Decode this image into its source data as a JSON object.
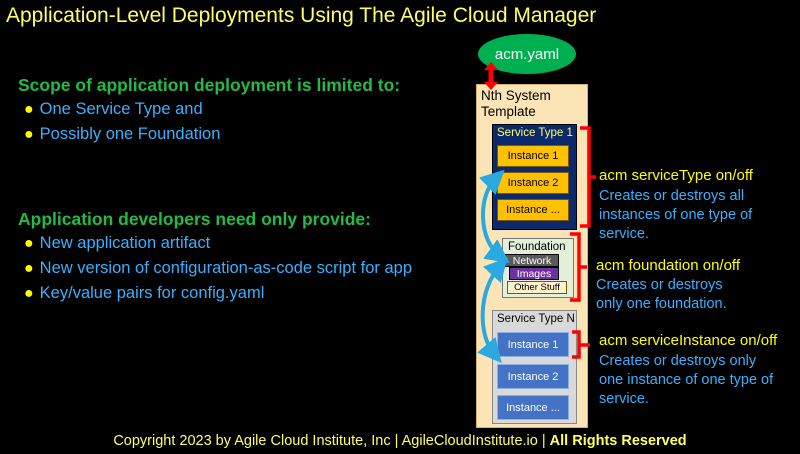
{
  "title": "Application-Level Deployments Using The Agile Cloud Manager",
  "scope": {
    "heading": "Scope of application deployment is limited to:",
    "items": [
      "One Service Type and",
      "Possibly one Foundation"
    ]
  },
  "developers": {
    "heading": "Application developers need only provide:",
    "items": [
      "New application artifact",
      "New version of configuration-as-code script for app",
      "Key/value pairs for config.yaml"
    ]
  },
  "acm_yaml": "acm.yaml",
  "template_label": "Nth System Template",
  "service_type_1": {
    "label": "Service Type 1",
    "instances": [
      "Instance 1",
      "Instance 2",
      "Instance ..."
    ]
  },
  "foundation": {
    "label": "Foundation",
    "network": "Network",
    "images": "Images",
    "other": "Other Stuff"
  },
  "service_type_n": {
    "label": "Service Type N",
    "instances": [
      "Instance 1",
      "Instance 2",
      "Instance ..."
    ]
  },
  "annotations": {
    "service_type": {
      "command": "acm serviceType on/off",
      "lines": [
        "Creates or destroys all",
        "instances of one type of",
        "service."
      ]
    },
    "foundation": {
      "command": "acm foundation on/off",
      "lines": [
        "Creates or destroys",
        "only one foundation."
      ]
    },
    "service_instance": {
      "command": "acm serviceInstance on/off",
      "lines": [
        "Creates or destroys only",
        "one instance of one type of",
        "service."
      ]
    }
  },
  "footer": {
    "left": "Copyright 2023 by Agile Cloud Institute, Inc | AgileCloudInstitute.io | ",
    "bold": "All Rights Reserved"
  },
  "colors": {
    "title": "#ffff66",
    "heading": "#22bb44",
    "bullet_text": "#3ab0ff",
    "ellipse": "#00b050",
    "template_bg": "#fbe5b6",
    "instance_yellow": "#ffc000",
    "instance_blue": "#4472c4",
    "bracket": "#ff0000",
    "arrow": "#29a9e0"
  }
}
